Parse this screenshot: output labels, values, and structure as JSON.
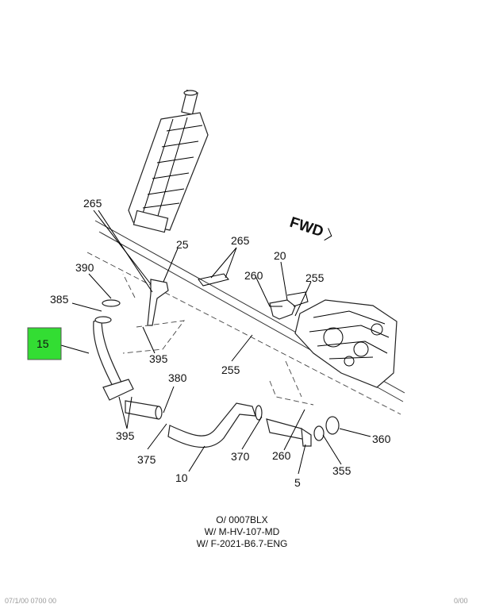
{
  "highlight_color": "#33dd33",
  "orientation_label": "FWD",
  "callouts": {
    "c265a": "265",
    "c25": "25",
    "c265b": "265",
    "c20": "20",
    "c260a": "260",
    "c255a": "255",
    "c390": "390",
    "c385": "385",
    "c15": "15",
    "c395a": "395",
    "c255b": "255",
    "c380": "380",
    "c395b": "395",
    "c375": "375",
    "c10": "10",
    "c370": "370",
    "c260b": "260",
    "c5": "5",
    "c355": "355",
    "c360": "360"
  },
  "notes": [
    "O/ 0007BLX",
    "W/ M-HV-107-MD",
    "W/ F-2021-B6.7-ENG"
  ],
  "footer": {
    "left": "07/1/00 0700 00",
    "right": "0/00"
  }
}
